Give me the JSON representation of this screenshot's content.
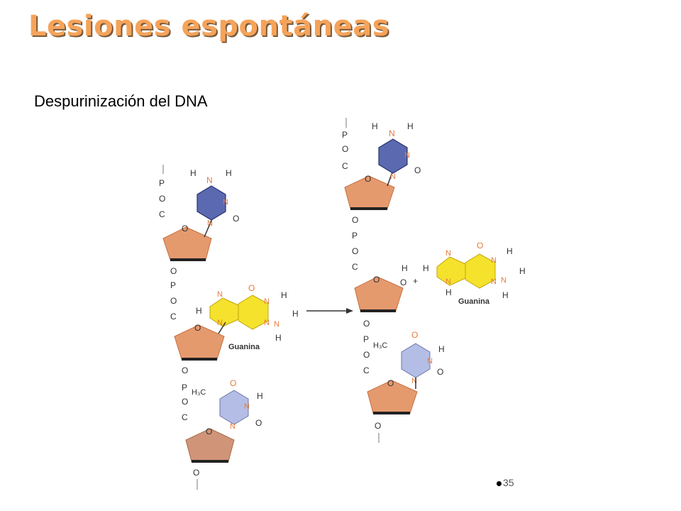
{
  "slide": {
    "title": "Lesiones espontáneas",
    "subtitle": "Despurinización del DNA",
    "page_number": "35"
  },
  "diagram": {
    "left_strand": {
      "guanine_label": "Guanina"
    },
    "right_strand": {
      "guanine_label": "Guanina",
      "plus_sign": "+"
    },
    "atoms": {
      "P": "P",
      "O": "O",
      "C": "C",
      "N": "N",
      "H": "H",
      "H3C": "H₃C"
    },
    "colors": {
      "cytosine": "#5a69b0",
      "thymine": "#b4bde6",
      "guanine": "#f4e22c",
      "sugar": "#e59a6e",
      "heteroatom": "#e67a3c"
    }
  }
}
